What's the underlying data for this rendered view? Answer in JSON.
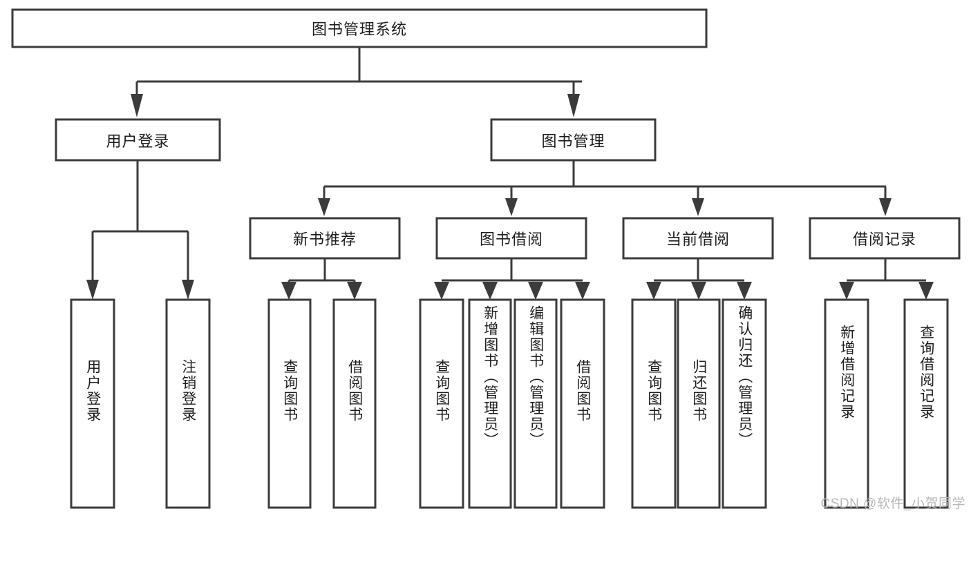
{
  "diagram": {
    "type": "tree-hierarchy-chart",
    "title": "图书管理系统",
    "watermark": "CSDN @软件_小贺同学",
    "colors": {
      "box_stroke": "#3b3b3b",
      "box_fill": "#ffffff",
      "text": "#1d1d1d",
      "background": "#ffffff",
      "watermark": "#b8b8b8"
    },
    "levels": {
      "root": {
        "label": "图书管理系统"
      },
      "level2": [
        {
          "label": "用户登录"
        },
        {
          "label": "图书管理"
        }
      ],
      "level3": [
        {
          "label": "新书推荐"
        },
        {
          "label": "图书借阅"
        },
        {
          "label": "当前借阅"
        },
        {
          "label": "借阅记录"
        }
      ]
    },
    "leaves": {
      "user_login": [
        {
          "label": "用户登录"
        },
        {
          "label": "注销登录"
        }
      ],
      "new_book_recommend": [
        {
          "label": "查询图书"
        },
        {
          "label": "借阅图书"
        }
      ],
      "book_borrow": [
        {
          "label": "查询图书"
        },
        {
          "label": "新增图书（管理员）"
        },
        {
          "label": "编辑图书（管理员）"
        },
        {
          "label": "借阅图书"
        }
      ],
      "current_borrow": [
        {
          "label": "查询图书"
        },
        {
          "label": "归还图书"
        },
        {
          "label": "确认归还（管理员）"
        }
      ],
      "borrow_record": [
        {
          "label": "新增借阅记录"
        },
        {
          "label": "查询借阅记录"
        }
      ]
    }
  }
}
